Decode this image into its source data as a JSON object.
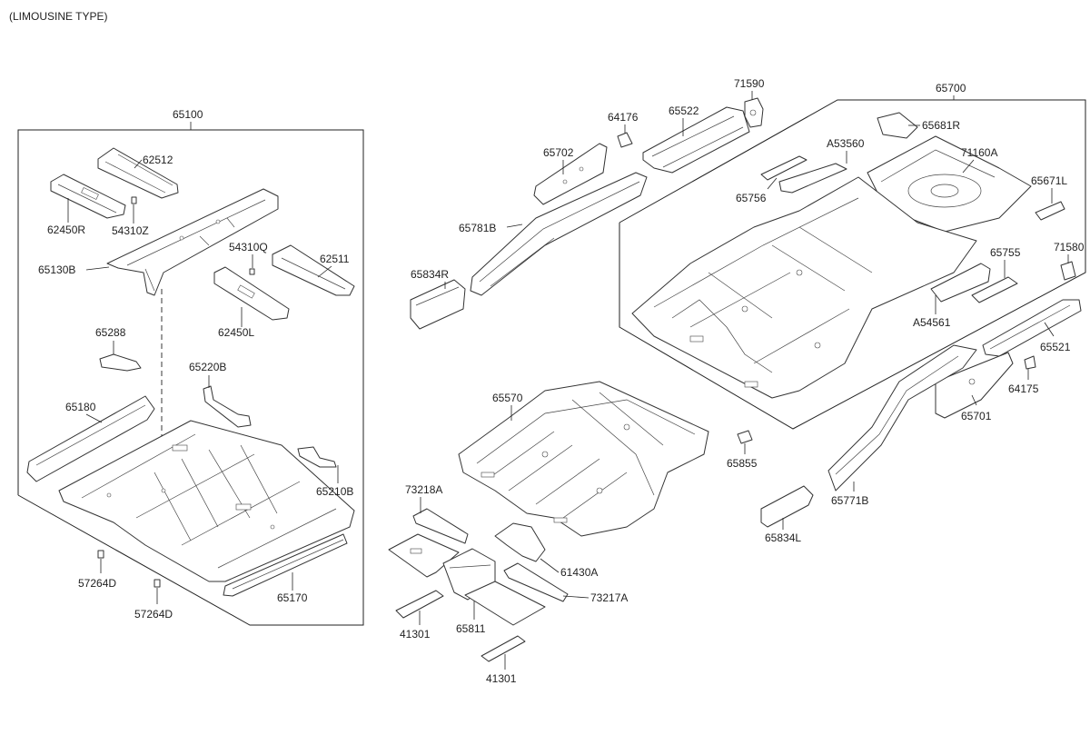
{
  "header": {
    "title": "(LIMOUSINE TYPE)"
  },
  "labels": {
    "p65100": "65100",
    "p62512": "62512",
    "p62450R": "62450R",
    "p54310Z": "54310Z",
    "p65130B": "65130B",
    "p54310Q": "54310Q",
    "p62511": "62511",
    "p62450L": "62450L",
    "p65288": "65288",
    "p65220B": "65220B",
    "p65180": "65180",
    "p65210B": "65210B",
    "p57264D_a": "57264D",
    "p65170": "65170",
    "p57264D_b": "57264D",
    "p71590": "71590",
    "p64176": "64176",
    "p65522": "65522",
    "p65702": "65702",
    "p65781B": "65781B",
    "p65834R": "65834R",
    "p65700": "65700",
    "p65681R": "65681R",
    "pA53560": "A53560",
    "p71160A": "71160A",
    "p65756": "65756",
    "p65671L": "65671L",
    "p71580": "71580",
    "p65755": "65755",
    "pA54561": "A54561",
    "p65521": "65521",
    "p64175": "64175",
    "p65701": "65701",
    "p65570": "65570",
    "p65855": "65855",
    "p65771B": "65771B",
    "p65834L": "65834L",
    "p73218A": "73218A",
    "p61430A": "61430A",
    "p73217A": "73217A",
    "p41301_a": "41301",
    "p65811": "65811",
    "p41301_b": "41301"
  }
}
